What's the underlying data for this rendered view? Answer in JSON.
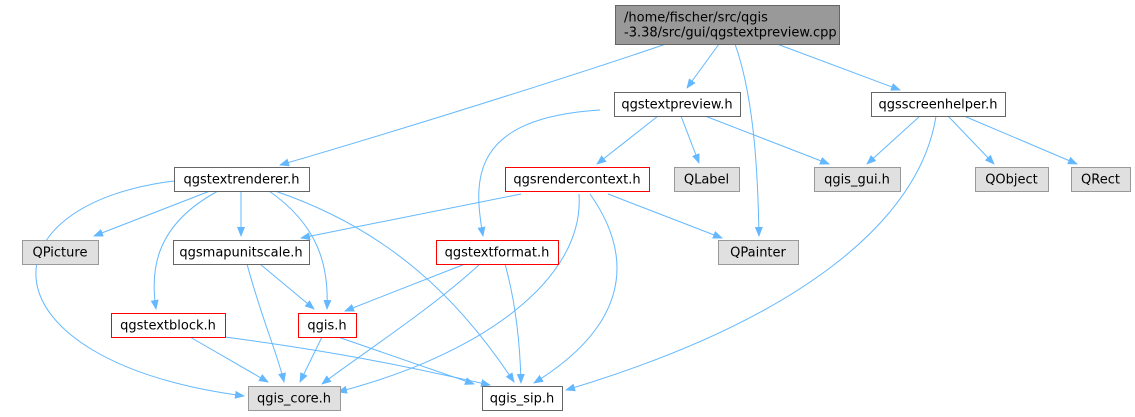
{
  "diagram": {
    "type": "include-dependency-graph",
    "colors": {
      "edge": "#63b8ff",
      "root_fill": "#999999",
      "root_border": "#666666",
      "file_fill": "#ffffff",
      "file_border": "#666666",
      "truncated_border": "#ff0000",
      "external_fill": "#e0e0e0",
      "external_border": "#999999"
    },
    "nodes": [
      {
        "id": "root",
        "kind": "root",
        "lines": [
          "/home/fischer/src/qgis",
          "-3.38/src/gui/qgstextpreview.cpp"
        ]
      },
      {
        "id": "qgstextpreview_h",
        "kind": "file",
        "lines": [
          "qgstextpreview.h"
        ]
      },
      {
        "id": "qgsscreenhelper_h",
        "kind": "file",
        "lines": [
          "qgsscreenhelper.h"
        ]
      },
      {
        "id": "qgstextrenderer_h",
        "kind": "file",
        "lines": [
          "qgstextrenderer.h"
        ]
      },
      {
        "id": "qgsrendercontext_h",
        "kind": "truncated",
        "lines": [
          "qgsrendercontext.h"
        ]
      },
      {
        "id": "QLabel",
        "kind": "external",
        "lines": [
          "QLabel"
        ]
      },
      {
        "id": "qgis_gui_h",
        "kind": "external",
        "lines": [
          "qgis_gui.h"
        ]
      },
      {
        "id": "QObject",
        "kind": "external",
        "lines": [
          "QObject"
        ]
      },
      {
        "id": "QRect",
        "kind": "external",
        "lines": [
          "QRect"
        ]
      },
      {
        "id": "QPicture",
        "kind": "external",
        "lines": [
          "QPicture"
        ]
      },
      {
        "id": "qgsmapunitscale_h",
        "kind": "file",
        "lines": [
          "qgsmapunitscale.h"
        ]
      },
      {
        "id": "qgstextformat_h",
        "kind": "truncated",
        "lines": [
          "qgstextformat.h"
        ]
      },
      {
        "id": "QPainter",
        "kind": "external",
        "lines": [
          "QPainter"
        ]
      },
      {
        "id": "qgstextblock_h",
        "kind": "truncated",
        "lines": [
          "qgstextblock.h"
        ]
      },
      {
        "id": "qgis_h",
        "kind": "truncated",
        "lines": [
          "qgis.h"
        ]
      },
      {
        "id": "qgis_core_h",
        "kind": "external",
        "lines": [
          "qgis_core.h"
        ]
      },
      {
        "id": "qgis_sip_h",
        "kind": "file",
        "lines": [
          "qgis_sip.h"
        ]
      }
    ],
    "edges": [
      {
        "from": "root",
        "to": "qgstextpreview_h"
      },
      {
        "from": "root",
        "to": "qgsscreenhelper_h"
      },
      {
        "from": "root",
        "to": "qgstextrenderer_h"
      },
      {
        "from": "root",
        "to": "QPainter"
      },
      {
        "from": "qgstextpreview_h",
        "to": "qgsrendercontext_h"
      },
      {
        "from": "qgstextpreview_h",
        "to": "QLabel"
      },
      {
        "from": "qgstextpreview_h",
        "to": "qgis_gui_h"
      },
      {
        "from": "qgstextpreview_h",
        "to": "qgstextformat_h"
      },
      {
        "from": "qgsscreenhelper_h",
        "to": "qgis_gui_h"
      },
      {
        "from": "qgsscreenhelper_h",
        "to": "QObject"
      },
      {
        "from": "qgsscreenhelper_h",
        "to": "QRect"
      },
      {
        "from": "qgsscreenhelper_h",
        "to": "qgis_sip_h"
      },
      {
        "from": "qgstextrenderer_h",
        "to": "QPicture"
      },
      {
        "from": "qgstextrenderer_h",
        "to": "qgsmapunitscale_h"
      },
      {
        "from": "qgstextrenderer_h",
        "to": "qgstextblock_h"
      },
      {
        "from": "qgstextrenderer_h",
        "to": "qgis_h"
      },
      {
        "from": "qgstextrenderer_h",
        "to": "qgis_core_h"
      },
      {
        "from": "qgstextrenderer_h",
        "to": "qgis_sip_h"
      },
      {
        "from": "qgsrendercontext_h",
        "to": "qgsmapunitscale_h"
      },
      {
        "from": "qgsrendercontext_h",
        "to": "QPainter"
      },
      {
        "from": "qgsrendercontext_h",
        "to": "qgis_core_h"
      },
      {
        "from": "qgsrendercontext_h",
        "to": "qgis_sip_h"
      },
      {
        "from": "qgsmapunitscale_h",
        "to": "qgis_h"
      },
      {
        "from": "qgsmapunitscale_h",
        "to": "qgis_core_h"
      },
      {
        "from": "qgstextformat_h",
        "to": "qgis_h"
      },
      {
        "from": "qgstextformat_h",
        "to": "qgis_core_h"
      },
      {
        "from": "qgstextformat_h",
        "to": "qgis_sip_h"
      },
      {
        "from": "qgstextblock_h",
        "to": "qgis_core_h"
      },
      {
        "from": "qgstextblock_h",
        "to": "qgis_sip_h"
      },
      {
        "from": "qgis_h",
        "to": "qgis_core_h"
      },
      {
        "from": "qgis_h",
        "to": "qgis_sip_h"
      }
    ]
  }
}
